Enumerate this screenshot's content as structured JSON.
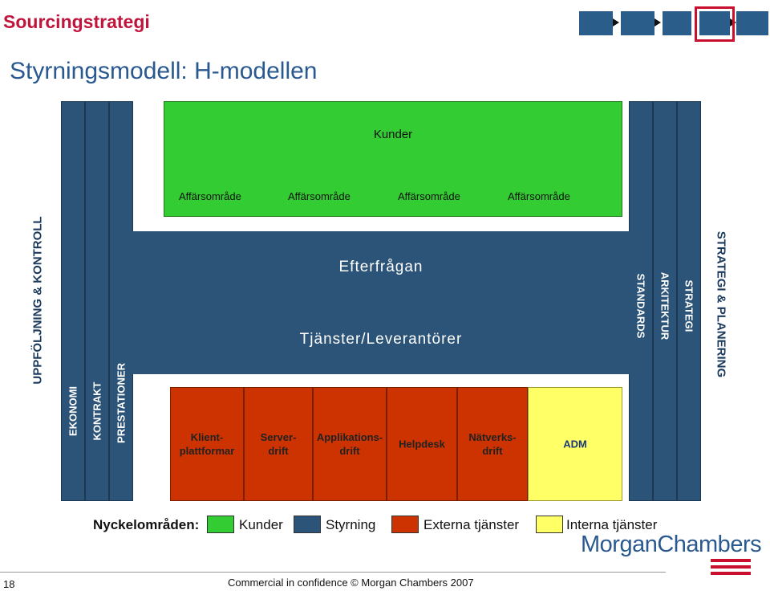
{
  "header": {
    "section": "Sourcingstrategi",
    "title": "Styrningsmodell:  H-modellen"
  },
  "left_axis": "UPPFÖLJNING & KONTROLL",
  "right_axis": "STRATEGI & PLANERING",
  "left_columns": [
    "EKONOMI",
    "KONTRAKT",
    "PRESTATIONER"
  ],
  "right_columns": [
    "STANDARDS",
    "ARKITEKTUR",
    "STRATEGI"
  ],
  "customers": {
    "title": "Kunder",
    "areas": [
      "Affärsområde",
      "Affärsområde",
      "Affärsområde",
      "Affärsområde"
    ]
  },
  "middle": {
    "demand": "Efterfrågan",
    "suppliers": "Tjänster/Leverantörer"
  },
  "services": [
    {
      "line1": "Klient-",
      "line2": "plattformar"
    },
    {
      "line1": "Server-",
      "line2": "drift"
    },
    {
      "line1": "Applikations-",
      "line2": "drift"
    },
    {
      "line1": "Helpdesk",
      "line2": ""
    },
    {
      "line1": "Nätverks-",
      "line2": "drift"
    },
    {
      "line1": "ADM",
      "line2": ""
    }
  ],
  "legend": {
    "title": "Nyckelområden:",
    "items": [
      "Kunder",
      "Styrning",
      "Externa tjänster",
      "Interna tjänster"
    ]
  },
  "colors": {
    "kunder": "#33cc33",
    "styrning": "#2c5478",
    "externa": "#cc3300",
    "interna": "#ffff66"
  },
  "footer": {
    "page": "18",
    "confidential": "Commercial in confidence © Morgan Chambers 2007",
    "logo": "MorganChambers"
  }
}
